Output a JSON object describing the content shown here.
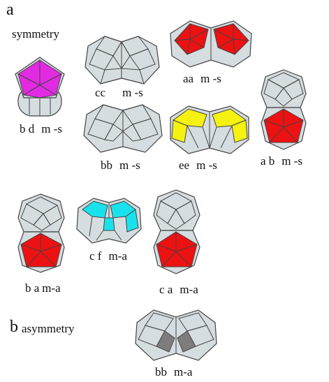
{
  "section_a": {
    "letter": "a",
    "title": "symmetry"
  },
  "section_b": {
    "letter": "b",
    "title": "asymmetry"
  },
  "colors": {
    "gray": "#d6dde0",
    "magenta": "#e22ae2",
    "red": "#ee1111",
    "yellow": "#f5f211",
    "cyan": "#19e2ec",
    "dark": "#7d7d7d",
    "stroke": "#444444"
  },
  "figures": [
    {
      "pair": "b d",
      "type": "m -s",
      "highlight": "magenta"
    },
    {
      "pair": "cc",
      "type": "m -s",
      "highlight": "none"
    },
    {
      "pair": "aa",
      "type": "m -s",
      "highlight": "red"
    },
    {
      "pair": "bb",
      "type": "m -s",
      "highlight": "none"
    },
    {
      "pair": "ee",
      "type": "m -s",
      "highlight": "yellow"
    },
    {
      "pair": "a b",
      "type": "m -s",
      "highlight": "red"
    },
    {
      "pair": "b a",
      "type": "m-a",
      "highlight": "red"
    },
    {
      "pair": "c f",
      "type": "m-a",
      "highlight": "cyan"
    },
    {
      "pair": "c a",
      "type": "m-a",
      "highlight": "red"
    },
    {
      "pair": "bb",
      "type": "m-a",
      "highlight": "dark"
    }
  ]
}
